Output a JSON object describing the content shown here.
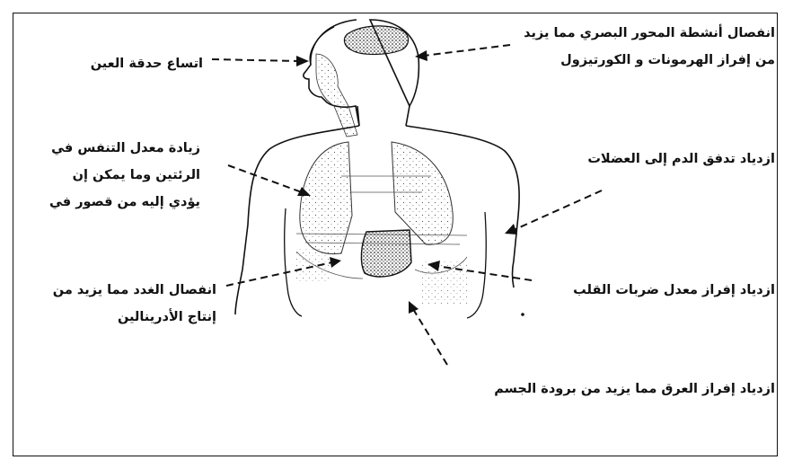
{
  "labels": {
    "pupil": "اتساع حدقة العين",
    "hormones": [
      "انفصال أنشطة المحور البصري مما يزيد",
      "من إفراز الهرمونات و الكورتيزول"
    ],
    "breathing": [
      "زيادة معدل التنفس في",
      "الرئتين وما يمكن إن",
      "يؤدي إليه من قصور في"
    ],
    "blood_flow": "ازدياد تدفق الدم إلى العضلات",
    "adrenaline": [
      "انفصال الغدد مما يزيد من",
      "إنتاج الأدرينالين"
    ],
    "heart_rate": "ازدياد إفراز معدل ضربات القلب",
    "sweat": "ازدياد إفراز العرق مما يزيد من برودة الجسم"
  },
  "colors": {
    "ink": "#111111",
    "background": "#ffffff"
  }
}
